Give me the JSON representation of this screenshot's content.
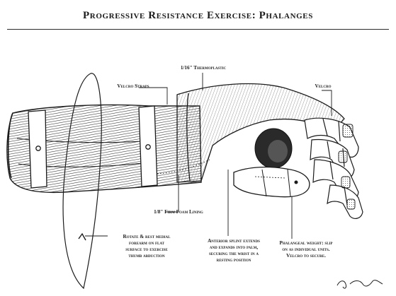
{
  "title": "Progressive Resistance Exercise: Phalanges",
  "labels": {
    "thermoplastic": "1/16\" Thermoplastic",
    "velcro_straps": "Velcro Straps",
    "velcro": "Velcro",
    "foam_lining": "1/8\" Firm Foam Lining",
    "rotate": [
      "Rotate & rest medial",
      "forearm on flat",
      "surface to exercise",
      "thumb abduction"
    ],
    "anterior_splint": [
      "Anterior splint extends",
      "and expands into palm,",
      "securing the wrist in a",
      "resting position"
    ],
    "phalangeal_weight": [
      "Phalangeal weight: slip",
      "on as individual units.",
      "Velcro to secure."
    ]
  },
  "colors": {
    "ink": "#1b1b1b",
    "paper": "#ffffff"
  },
  "signature": "artist-signature"
}
